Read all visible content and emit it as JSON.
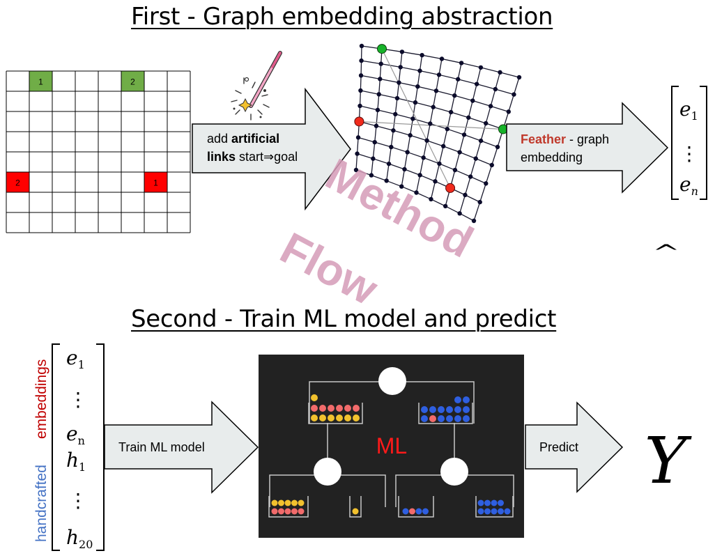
{
  "titles": {
    "first": "First - Graph embedding abstraction",
    "second": "Second - Train ML model and predict"
  },
  "grid": {
    "rows": 8,
    "cols": 8,
    "cells": [
      {
        "row": 0,
        "col": 1,
        "label": "1",
        "color": "#70ad47"
      },
      {
        "row": 0,
        "col": 5,
        "label": "2",
        "color": "#70ad47"
      },
      {
        "row": 5,
        "col": 0,
        "label": "2",
        "color": "#ff0000"
      },
      {
        "row": 5,
        "col": 6,
        "label": "1",
        "color": "#ff0000"
      }
    ]
  },
  "arrow1": {
    "line1_plain": "add ",
    "line1_bold": "artificial",
    "line2_bold": "links",
    "line2_plain": " start⇒goal"
  },
  "arrow2": {
    "line1_highlight": "Feather",
    "line1_rest": " - graph",
    "line2": "embedding"
  },
  "arrow3": {
    "label": "Train ML model"
  },
  "arrow4": {
    "label": "Predict"
  },
  "vector1": {
    "top": "e",
    "top_sub": "1",
    "dots": "⋮",
    "bottom": "e",
    "bottom_sub": "n"
  },
  "vector2": {
    "items": [
      {
        "base": "e",
        "sub": "1"
      },
      {
        "base": "⋮",
        "sub": ""
      },
      {
        "base": "e",
        "sub": "n"
      },
      {
        "base": "h",
        "sub": "1"
      },
      {
        "base": "⋮",
        "sub": ""
      },
      {
        "base": "h",
        "sub": "20"
      }
    ]
  },
  "side_labels": {
    "handcrafted": "handcrafted",
    "embeddings": "embeddings"
  },
  "watermark": {
    "line1": "Method",
    "line2": "Flow"
  },
  "ml_label": "ML",
  "output_label": "Y",
  "output_hat": "^",
  "colors": {
    "arrow_fill": "#e8ecec",
    "green": "#70ad47",
    "red": "#ff0000",
    "node_green": "#17b32a",
    "node_red": "#f02a1c",
    "feather_red": "#c0392b",
    "handcrafted_blue": "#4472c4",
    "embeddings_red": "#c00000",
    "watermark": "#d59cb8",
    "ml_bg": "#222222",
    "ml_text": "#ff1a1a",
    "ball_yellow": "#f2c12e",
    "ball_red": "#f26b6b",
    "ball_blue": "#2f5fe0"
  }
}
